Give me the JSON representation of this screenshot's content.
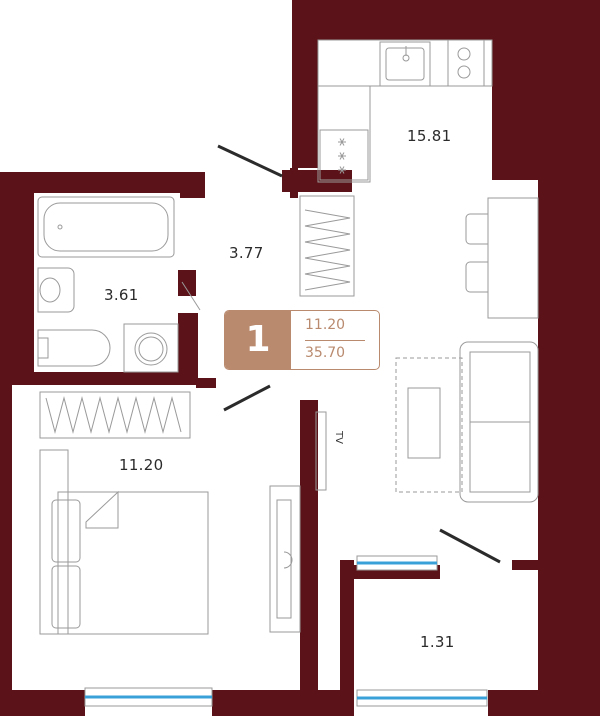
{
  "colors": {
    "wall": "#5b1218",
    "line": "#9a9a9a",
    "window": "#3aa0d8",
    "badge": "#b98a6e"
  },
  "rooms": [
    {
      "id": "kitchen",
      "area": "15.81"
    },
    {
      "id": "hall",
      "area": "3.77"
    },
    {
      "id": "bathroom",
      "area": "3.61"
    },
    {
      "id": "bedroom",
      "area": "11.20"
    },
    {
      "id": "balcony",
      "area": "1.31"
    }
  ],
  "badge": {
    "rooms": "1",
    "living_area": "11.20",
    "total_area": "35.70"
  },
  "tv_label": "TV",
  "stove_icon": "snowflake-glyph"
}
